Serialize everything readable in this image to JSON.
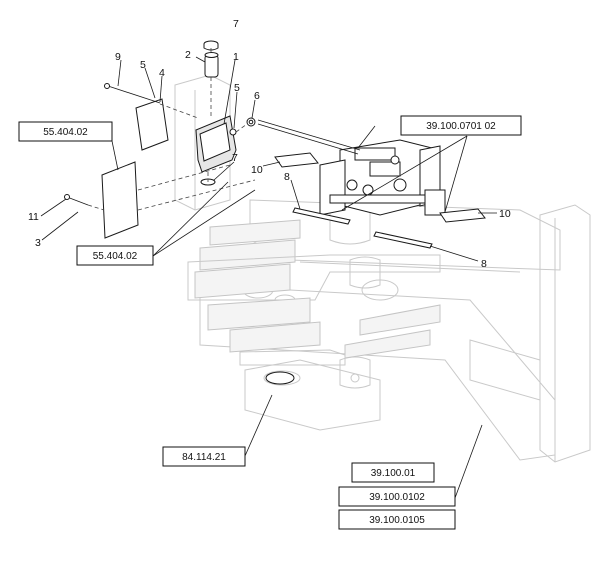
{
  "callouts": {
    "n1": "1",
    "n2": "2",
    "n3": "3",
    "n4": "4",
    "n5a": "5",
    "n5b": "5",
    "n6": "6",
    "n7a": "7",
    "n7b": "7",
    "n8a": "8",
    "n8b": "8",
    "n9": "9",
    "n10a": "10",
    "n10b": "10",
    "n11": "11"
  },
  "references": {
    "ref_55404_top": "55.404.02",
    "ref_55404_bottom": "55.404.02",
    "ref_39100_0701": "39.100.0701 02",
    "ref_84114": "84.114.21",
    "ref_39100_01": "39.100.01",
    "ref_39100_0102": "39.100.0102",
    "ref_39100_0105": "39.100.0105"
  }
}
